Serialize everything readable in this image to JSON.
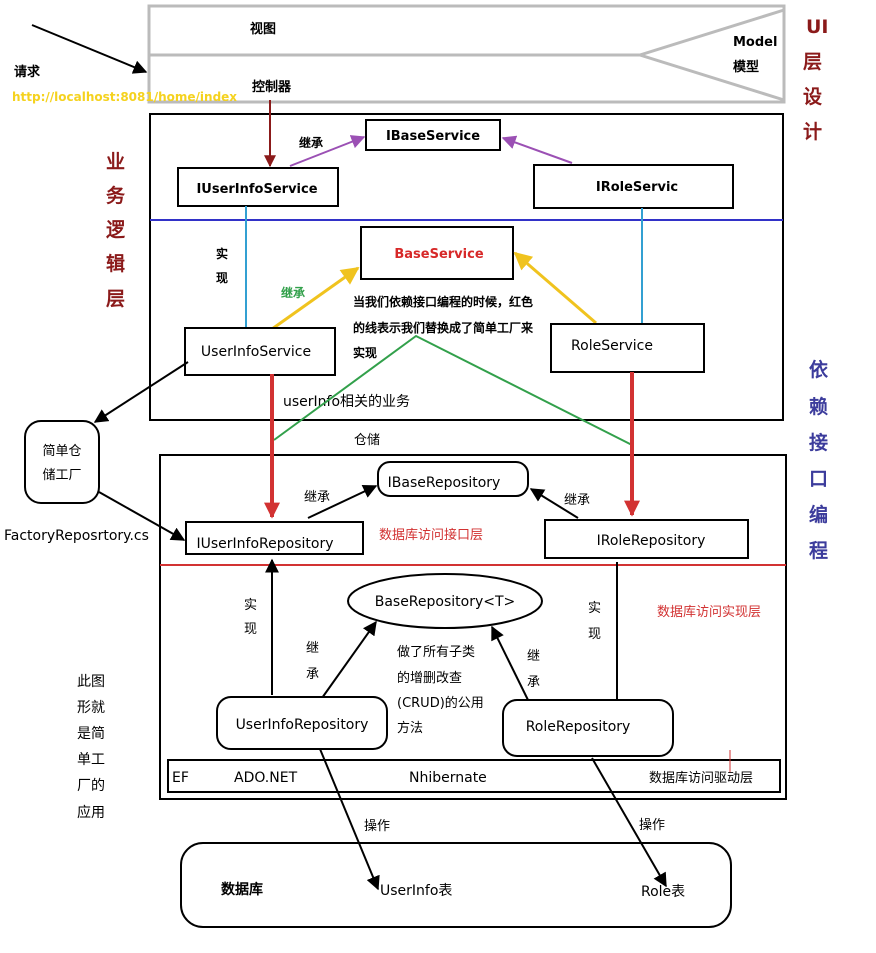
{
  "ui_layer": {
    "view": "视图",
    "model": "Model",
    "model_cn": "模型",
    "controller": "控制器",
    "request": "请求",
    "url": "http://localhost:8081/home/index",
    "side_label": [
      "UI",
      "层",
      "设",
      "计"
    ]
  },
  "business_layer": {
    "side_label": [
      "业",
      "务",
      "逻",
      "辑",
      "层"
    ],
    "ibase_service": "IBaseService",
    "iuserinfo_service": "IUserInfoService",
    "irole_service": "IRoleServic",
    "inherit": "继承",
    "base_service": "BaseService",
    "implement": [
      "实",
      "现"
    ],
    "inherit_green": "继承",
    "note": [
      "当我们依赖接口编程的时候，红色",
      "的线表示我们替换成了简单工厂来",
      "实现"
    ],
    "userinfo_service": "UserInfoService",
    "role_service": "RoleService",
    "userinfo_business": "userInfo相关的业务"
  },
  "dependency_label": [
    "依",
    "赖",
    "接",
    "口",
    "编",
    "程"
  ],
  "factory": {
    "label": [
      "简单仓",
      "储工厂"
    ],
    "file": "FactoryReposrtory.cs"
  },
  "repository_layer": {
    "title": "仓储",
    "ibase_repository": "IBaseRepository",
    "iuserinfo_repository": "IUserInfoRepository",
    "irole_repository": "IRoleRepository",
    "inherit_left": "继承",
    "inherit_right": "继承",
    "interface_layer": "数据库访问接口层",
    "impl_layer": "数据库访问实现层",
    "base_repository": "BaseRepository<T>",
    "implement_left": [
      "实",
      "现"
    ],
    "implement_right": [
      "实",
      "现"
    ],
    "inherit_v_left": [
      "继",
      "承"
    ],
    "inherit_v_right": [
      "继",
      "承"
    ],
    "crud_note": [
      "做了所有子类",
      "的增删改查",
      "(CRUD)的公用",
      "方法"
    ],
    "userinfo_repository": "UserInfoRepository",
    "role_repository": "RoleRepository",
    "driver": {
      "ef": "EF",
      "ado": "ADO.NET",
      "nh": "Nhibernate",
      "label": "数据库访问驱动层"
    }
  },
  "side_note": [
    "此图",
    "形就",
    "是简",
    "单工",
    "厂的",
    "应用"
  ],
  "database": {
    "title": "数据库",
    "operate_left": "操作",
    "operate_right": "操作",
    "userinfo_table": "UserInfo表",
    "role_table": "Role表"
  },
  "colors": {
    "dark_red": "#8b1a1a",
    "navy": "#3c3c9c",
    "red_line": "#d23232",
    "blue_line": "#3232c8",
    "cyan_line": "#32a0d2",
    "purple_line": "#9b50b4",
    "yellow_line": "#f0c31e",
    "green_line": "#32a04b",
    "url_yellow": "#f5d21e",
    "base_service_red": "#d72828"
  }
}
